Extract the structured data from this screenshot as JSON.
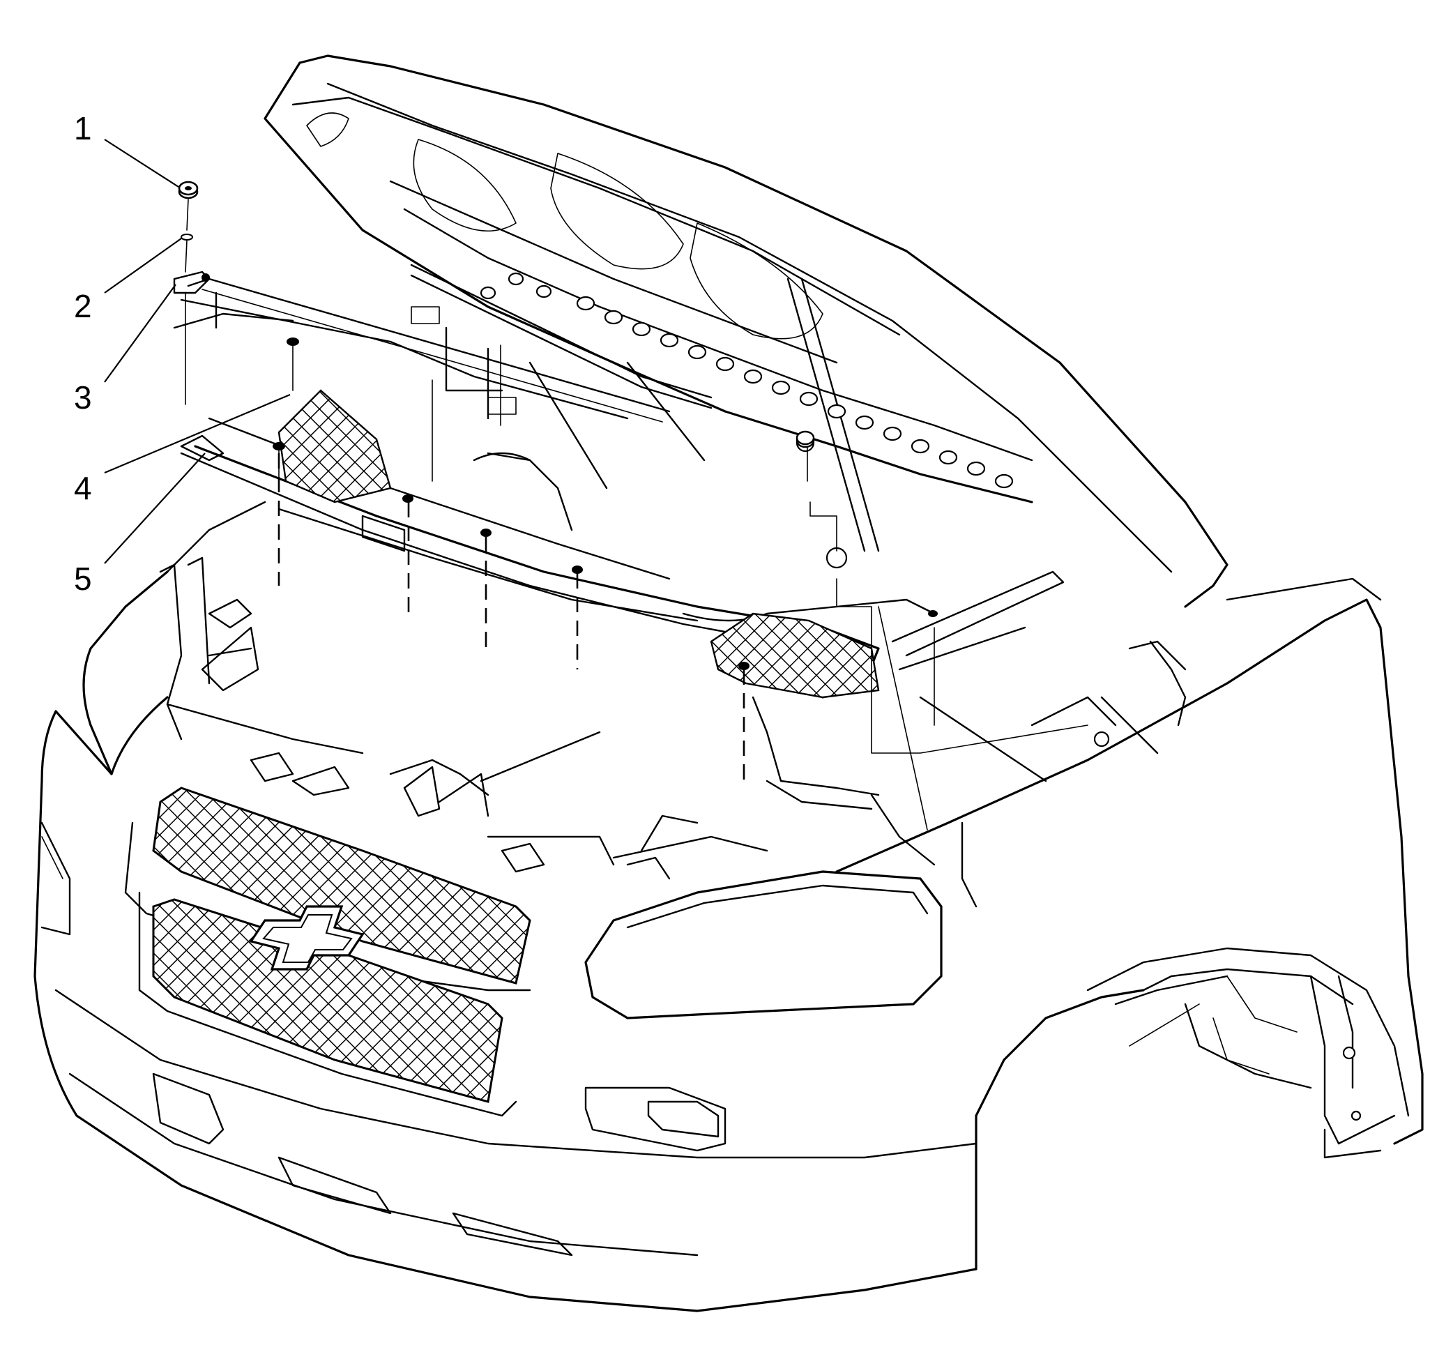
{
  "callouts": [
    {
      "id": "1",
      "label": "1",
      "part": "fastener"
    },
    {
      "id": "2",
      "label": "2",
      "part": "washer"
    },
    {
      "id": "3",
      "label": "3",
      "part": "bracket"
    },
    {
      "id": "4",
      "label": "4",
      "part": "fastener"
    },
    {
      "id": "5",
      "label": "5",
      "part": "panel"
    }
  ],
  "icons": {
    "emblem": "bowtie-emblem"
  }
}
